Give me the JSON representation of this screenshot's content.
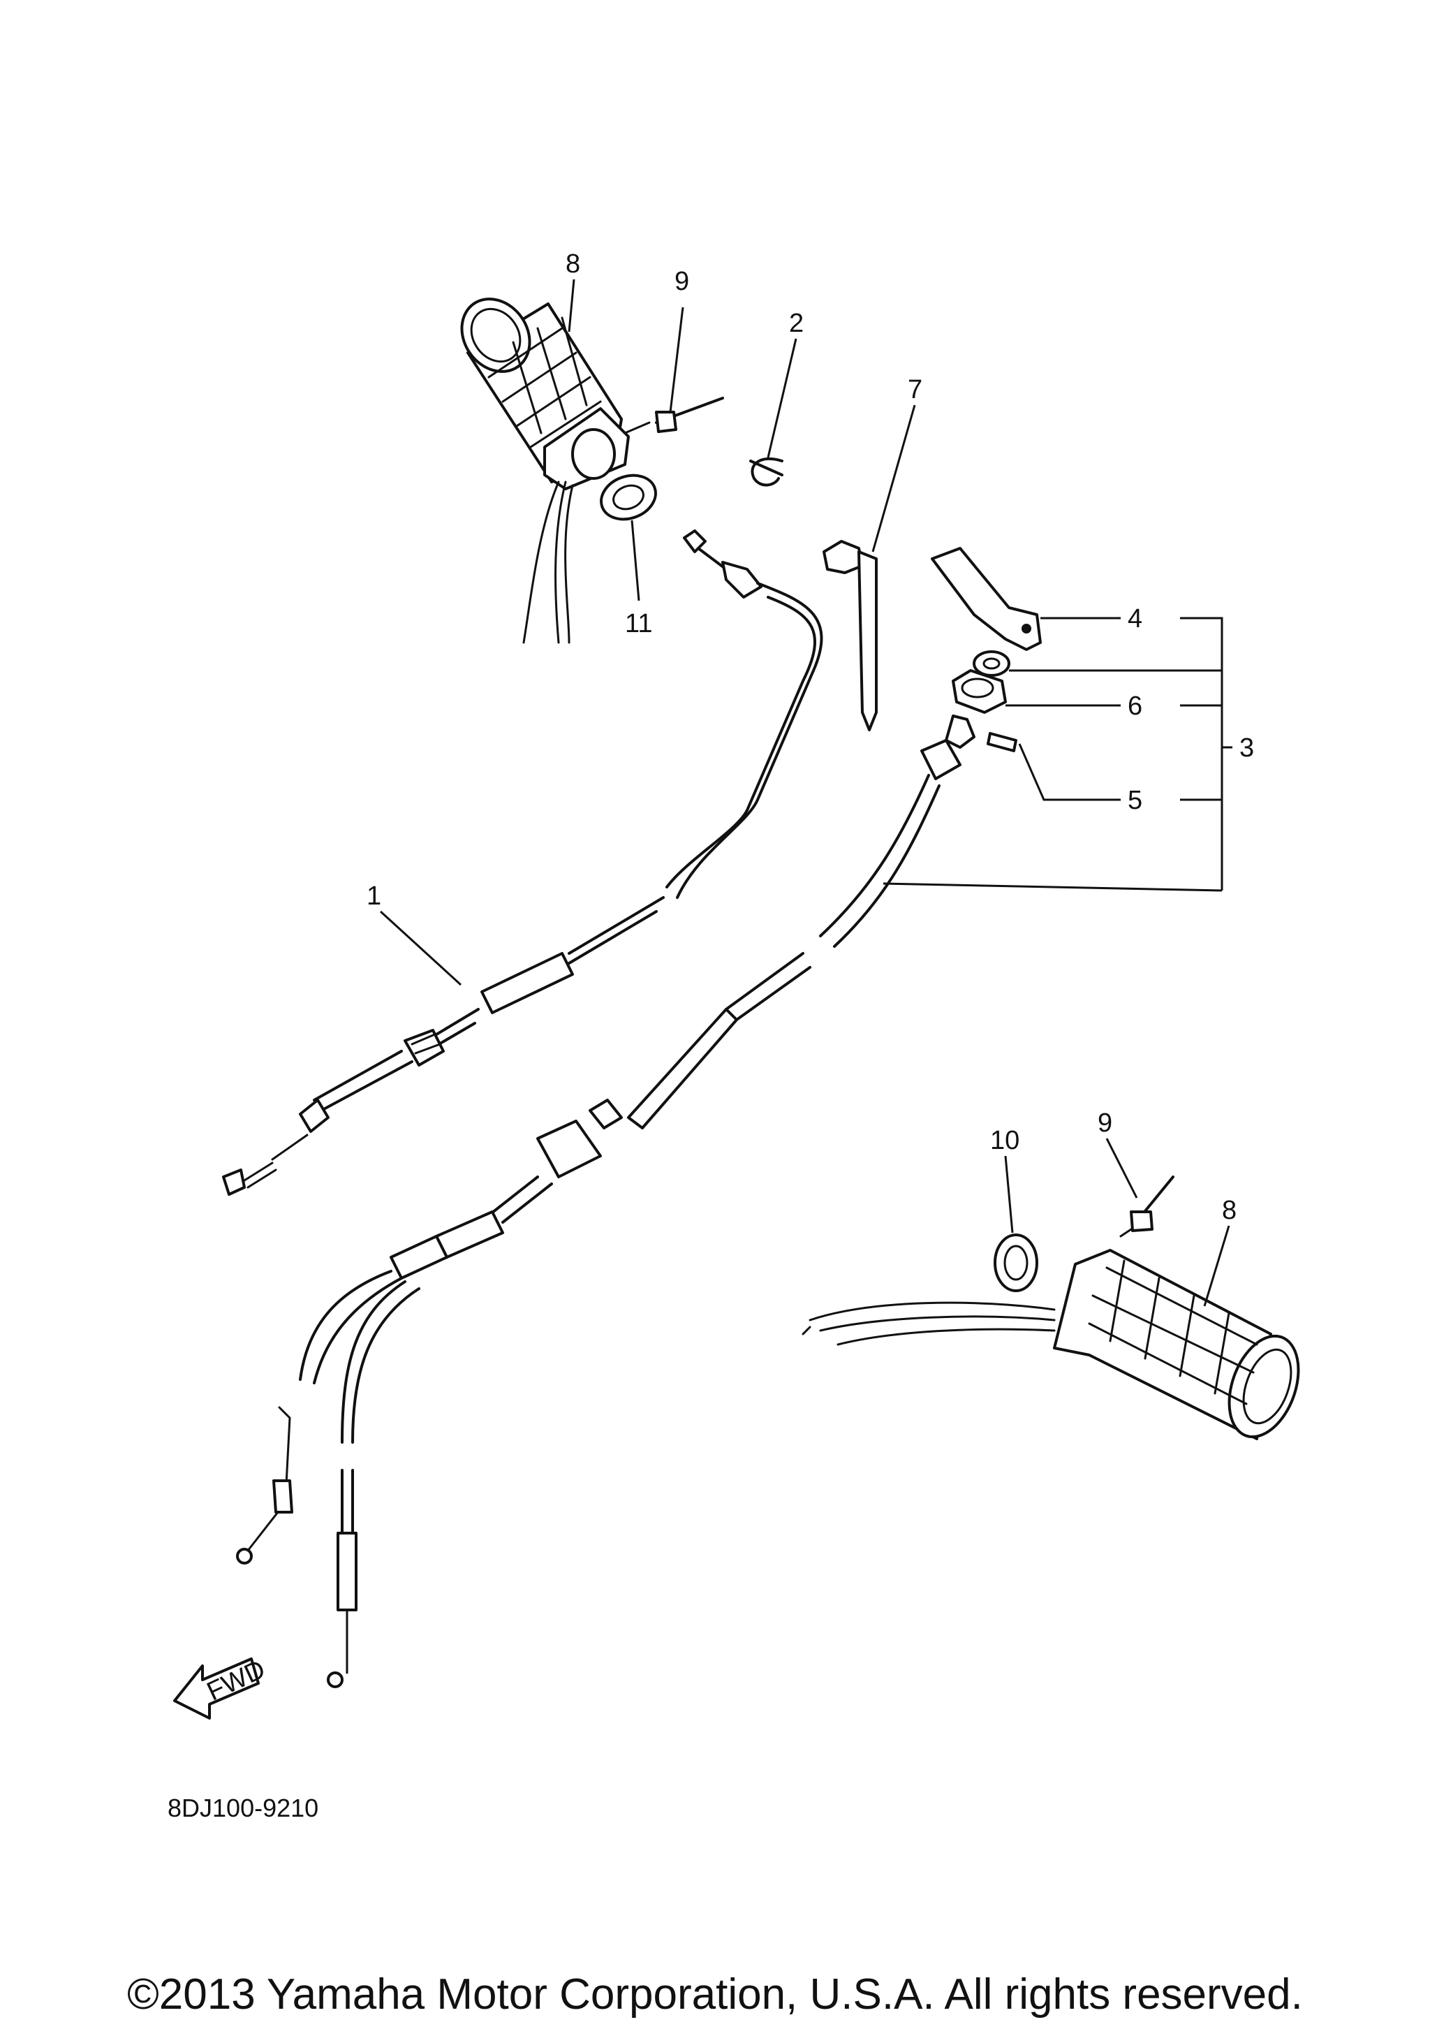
{
  "callouts": {
    "c1": "1",
    "c2": "2",
    "c3": "3",
    "c4": "4",
    "c5": "5",
    "c6": "6",
    "c7": "7",
    "c8a": "8",
    "c8b": "8",
    "c9a": "9",
    "c9b": "9",
    "c10": "10",
    "c11": "11"
  },
  "fwd_arrow_label": "FWD",
  "diagram_code": "8DJ100-9210",
  "copyright": "©2013 Yamaha Motor Corporation, U.S.A. All rights reserved."
}
